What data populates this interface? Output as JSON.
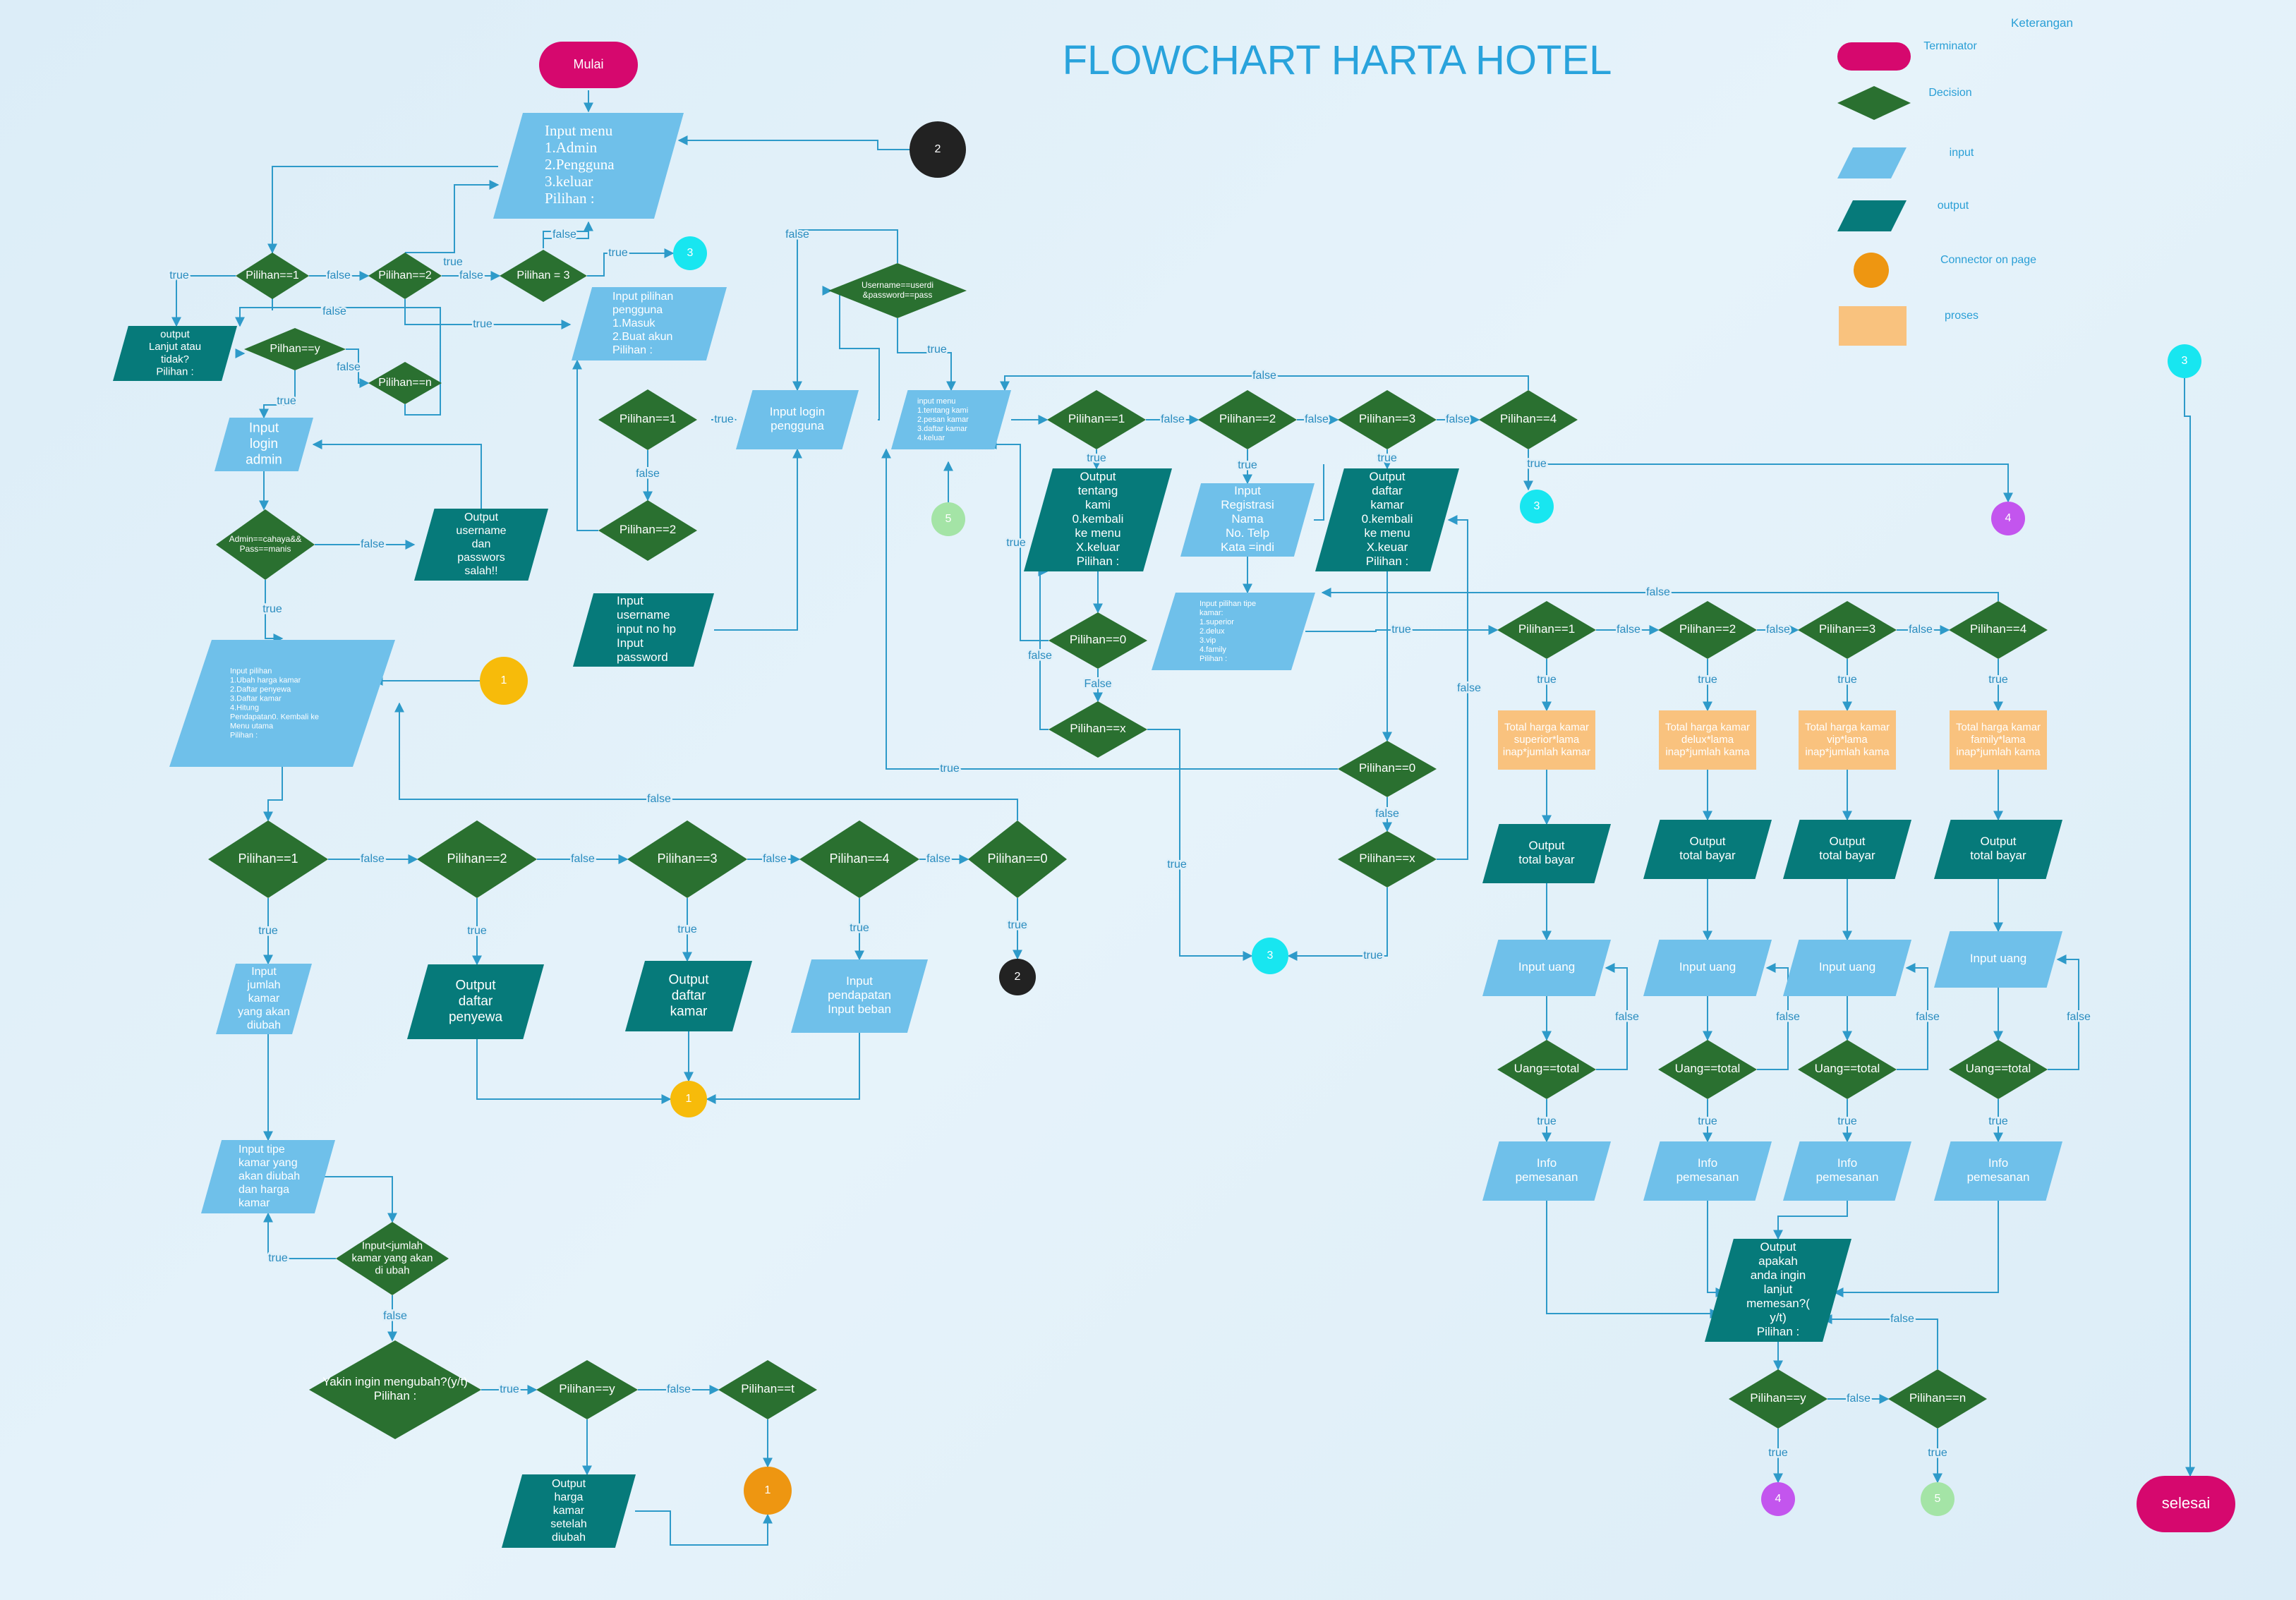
{
  "title": "FLOWCHART HARTA HOTEL",
  "colors": {
    "terminator": "#d6086e",
    "decision": "#2a7030",
    "input": "#6fc0ea",
    "output": "#067a7a",
    "process": "#f9c27e",
    "connector_orange": "#ee9611",
    "connector_yellow": "#f7bb0a",
    "connector_cyan": "#18e6f0",
    "connector_black": "#222222",
    "connector_green": "#a4e4a6",
    "connector_purple": "#c355ee",
    "line": "#2e9ac9",
    "title": "#29a3dc"
  },
  "legend": {
    "header": "Keterangan",
    "items": [
      {
        "shape": "terminator",
        "label": "Terminator"
      },
      {
        "shape": "decision",
        "label": "Decision"
      },
      {
        "shape": "input",
        "label": "input"
      },
      {
        "shape": "output",
        "label": "output"
      },
      {
        "shape": "connector",
        "label": "Connector on page"
      },
      {
        "shape": "process",
        "label": "proses"
      }
    ]
  },
  "nodes": {
    "mulai": "Mulai",
    "selesai": "selesai",
    "menu": [
      "Input menu",
      "1.Admin",
      "2.Pengguna",
      "3.keluar",
      "Pilihan :"
    ],
    "d_p1": "Pilihan==1",
    "d_p2": "Pilihan==2",
    "d_p3": "Pilihan = 3",
    "out_lanjut": [
      "output",
      "Lanjut atau",
      "tidak?",
      "Pilihan :"
    ],
    "d_py": "Pilhan==y",
    "d_pn": "Pilihan==n",
    "in_login_admin": [
      "Input",
      "login",
      "admin"
    ],
    "d_admin": [
      "Admin==cahaya&&",
      "Pass==manis"
    ],
    "out_salah": [
      "Output",
      "username",
      "dan",
      "passwors",
      "salah!!"
    ],
    "in_pilihan_admin": [
      "Input pilihan",
      "1.Ubah harga kamar",
      "2.Daftar penyewa",
      "3.Daftar kamar",
      "4.Hitung",
      "Pendapatan0. Kembali ke",
      "Menu utama",
      "Pilihan :"
    ],
    "a_p1": "Pilihan==1",
    "a_p2": "Pilihan==2",
    "a_p3": "Pilihan==3",
    "a_p4": "Pilihan==4",
    "a_p0": "Pilihan==0",
    "in_jumlah": [
      "Input",
      "jumlah",
      "kamar",
      "yang akan",
      "diubah"
    ],
    "out_penyewa": [
      "Output",
      "daftar",
      "penyewa"
    ],
    "out_kamar": [
      "Output",
      "daftar",
      "kamar"
    ],
    "in_pendapatan": [
      "Input",
      "pendapatan",
      "Input beban"
    ],
    "in_tipe": [
      "Input tipe",
      "kamar yang",
      "akan diubah",
      "dan harga",
      "kamar"
    ],
    "d_jumlah": [
      "Input<jumlah",
      "kamar yang akan",
      "di ubah"
    ],
    "d_yakin": [
      "Yakin ingin mengubah?(y/t)",
      "Pilihan :"
    ],
    "d_yk_y": "Pilihan==y",
    "d_yk_t": "Pilihan==t",
    "out_harga": [
      "Output",
      "harga",
      "kamar",
      "setelah",
      "diubah"
    ],
    "in_pilihan_pengguna": [
      "Input pilihan",
      "pengguna",
      "1.Masuk",
      "2.Buat akun",
      "Pilihan :"
    ],
    "u_p1": "Pilihan==1",
    "u_p2": "Pilihan==2",
    "in_username": [
      "Input",
      "username",
      "input no hp",
      "Input",
      "password"
    ],
    "in_login_pengguna": [
      "Input login",
      "pengguna"
    ],
    "d_userpass": [
      "Username==userdi",
      "&password==pass"
    ],
    "in_menu_user": [
      "input menu",
      "1.tentang kami",
      "2.pesan kamar",
      "3.daftar kamar",
      "4.keluar"
    ],
    "m_p1": "Pilihan==1",
    "m_p2": "Pilihan==2",
    "m_p3": "Pilihan==3",
    "m_p4": "Pilihan==4",
    "out_tentang": [
      "Output",
      "tentang",
      "kami",
      "0.kembali",
      "ke menu",
      "X.keluar",
      "Pilihan :"
    ],
    "in_registrasi": [
      "Input",
      "Registrasi",
      "Nama",
      "No. Telp",
      "Kata =indi"
    ],
    "out_daftar_kamar": [
      "Output",
      "daftar",
      "kamar",
      "0.kembali",
      "ke menu",
      "X.keuar",
      "Pilihan :"
    ],
    "t_p0": "Pilihan==0",
    "t_px": "Pilihan==x",
    "k_p0": "Pilihan==0",
    "k_px": "Pilihan==x",
    "in_pilihan_tipe": [
      "Input pilihan tipe",
      "kamar:",
      "1.superior",
      "2.delux",
      "3.vip",
      "4.family",
      "Pilihan :"
    ],
    "r_p1": "Pilihan==1",
    "r_p2": "Pilihan==2",
    "r_p3": "Pilihan==3",
    "r_p4": "Pilihan==4",
    "proc1": [
      "Total harga kamar",
      "superior*lama",
      "inap*jumlah kamar"
    ],
    "proc2": [
      "Total harga kamar",
      "delux*lama",
      "inap*jumlah kama"
    ],
    "proc3": [
      "Total harga kamar",
      "vip*lama",
      "inap*jumlah kama"
    ],
    "proc4": [
      "Total harga kamar",
      "family*lama",
      "inap*jumlah kama"
    ],
    "out_total": [
      "Output",
      "total bayar"
    ],
    "in_uang": "Input uang",
    "d_uang": "Uang==total",
    "in_info": [
      "Info",
      "pemesanan"
    ],
    "out_lagi": [
      "Output",
      "apakah",
      "anda ingin",
      "lanjut",
      "memesan?(",
      "y/t)",
      "Pilihan :"
    ],
    "l_py": "Pilihan==y",
    "l_pn": "Pilihan==n"
  },
  "connectors": {
    "c1": "1",
    "c2": "2",
    "c3": "3",
    "c4": "4",
    "c5": "5"
  },
  "edges": {
    "t": "true",
    "f": "false",
    "F": "False"
  }
}
